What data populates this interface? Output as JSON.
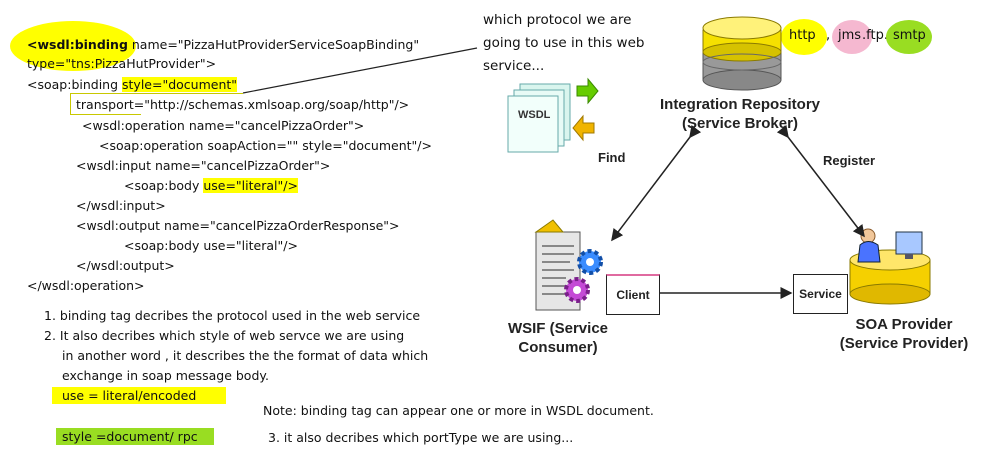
{
  "code": {
    "lines": [
      {
        "prefix": "",
        "highlight": "<wsdl:binding",
        "suffix": " name=\"PizzaHutProviderServiceSoapBinding\""
      },
      {
        "prefix": "type=\"tns:PizzaHutProvider\">",
        "highlight": "",
        "suffix": ""
      },
      {
        "prefix": "<soap:binding ",
        "highlight": "style=\"document\"",
        "suffix": ""
      },
      {
        "prefix": "",
        "highlight": "transport",
        "suffix": "=\"http://schemas.xmlsoap.org/soap/http\"/>"
      },
      {
        "prefix": "<wsdl:operation name=\"cancelPizzaOrder\">",
        "highlight": "",
        "suffix": ""
      },
      {
        "prefix": "<soap:operation soapAction=\"\" style=\"document\"/>",
        "highlight": "",
        "suffix": ""
      },
      {
        "prefix": "<wsdl:input name=\"cancelPizzaOrder\">",
        "highlight": "",
        "suffix": ""
      },
      {
        "prefix": "<soap:body ",
        "highlight": "use=\"literal\"/>",
        "suffix": ""
      },
      {
        "prefix": "</wsdl:input>",
        "highlight": "",
        "suffix": ""
      },
      {
        "prefix": "<wsdl:output name=\"cancelPizzaOrderResponse\">",
        "highlight": "",
        "suffix": ""
      },
      {
        "prefix": "<soap:body use=\"literal\"/>",
        "highlight": "",
        "suffix": ""
      },
      {
        "prefix": "</wsdl:output>",
        "highlight": "",
        "suffix": ""
      },
      {
        "prefix": "</wsdl:operation>",
        "highlight": "",
        "suffix": ""
      }
    ]
  },
  "notes": {
    "item1": "1. binding tag decribes the protocol used in the web service",
    "item2a": "2. It also decribes which style of web servce we are using",
    "item2b": "in another word , it describes the the format of data which",
    "item2c": "exchange in soap message body.",
    "use_box": "use = literal/encoded",
    "style_box": "style =document/ rpc",
    "binding_note": "Note: binding tag can appear one or more in WSDL document.",
    "item3": "3. it also decribes which portType we are using..."
  },
  "annotation": {
    "line1": "which protocol we are",
    "line2": "going to use in this web",
    "line3": "service..."
  },
  "protocols": {
    "http": "http",
    "comma": ",",
    "jms": "jms",
    "ftp": ".ftp.",
    "smtp": "smtp"
  },
  "diagram": {
    "repository_line1": "Integration Repository",
    "repository_line2": "(Service Broker)",
    "wsdl_label": "WSDL",
    "find": "Find",
    "register": "Register",
    "client": "Client",
    "service": "Service",
    "consumer_line1": "WSIF (Service",
    "consumer_line2": "Consumer)",
    "provider_line1": "SOA Provider",
    "provider_line2": "(Service Provider)"
  },
  "colors": {
    "highlight_yellow": "#ffff00",
    "highlight_green": "#99dd22",
    "oval_pink": "#f5b8d0",
    "db_yellow": "#f5e000",
    "arrow_green": "#66cc00",
    "arrow_orange": "#f0b400"
  }
}
